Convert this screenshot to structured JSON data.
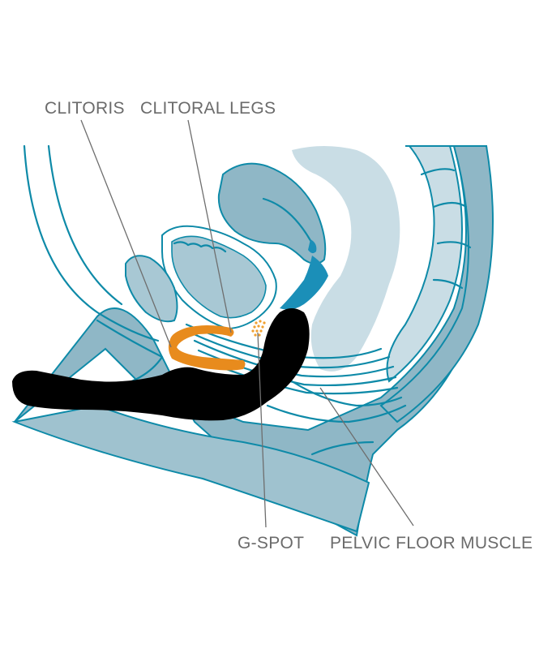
{
  "labels": {
    "clitoris": "CLITORIS",
    "clitoral_legs": "CLITORAL LEGS",
    "g_spot": "G-SPOT",
    "pelvic_floor_muscle": "PELVIC FLOOR MUSCLE"
  },
  "colors": {
    "outline": "#0e8aa8",
    "tissue_dark": "#8fb7c6",
    "tissue_mid": "#a8c8d4",
    "tissue_light": "#c9dde5",
    "accent_blue": "#1b8fb8",
    "device": "#000000",
    "clitoris": "#e88b1d",
    "gspot_dots": "#f0a030",
    "label_text": "#6b6b6b"
  }
}
